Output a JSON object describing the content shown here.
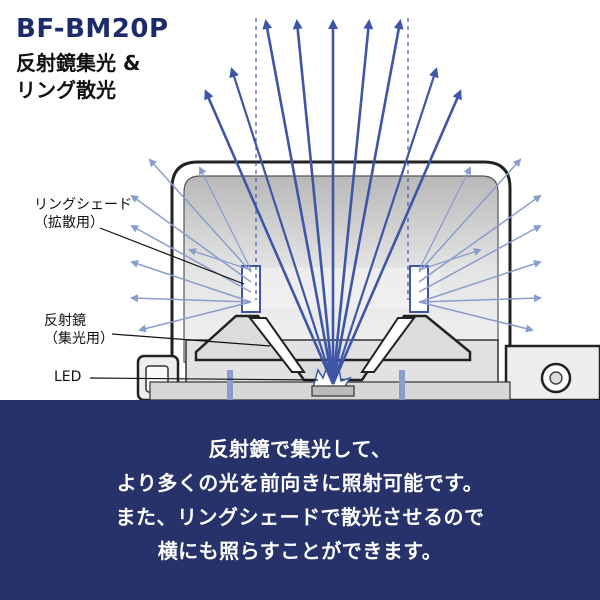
{
  "model": "BF-BM20P",
  "subtitle_lines": [
    "反射鏡集光 &",
    "リング散光"
  ],
  "labels": {
    "ring_shade": [
      "リングシェード",
      "（拡散用）"
    ],
    "reflector": [
      "反射鏡",
      "（集光用）"
    ],
    "led": "LED"
  },
  "caption_lines": [
    "反射鏡で集光して、",
    "より多くの光を前向きに照射可能です。",
    "また、リングシェードで散光させるので",
    "横にも照らすことができます。"
  ],
  "colors": {
    "ray_forward": "#3d56a6",
    "ray_side": "#8a9dcc",
    "caption_bg": "#263269",
    "title": "#1c2b6a"
  }
}
